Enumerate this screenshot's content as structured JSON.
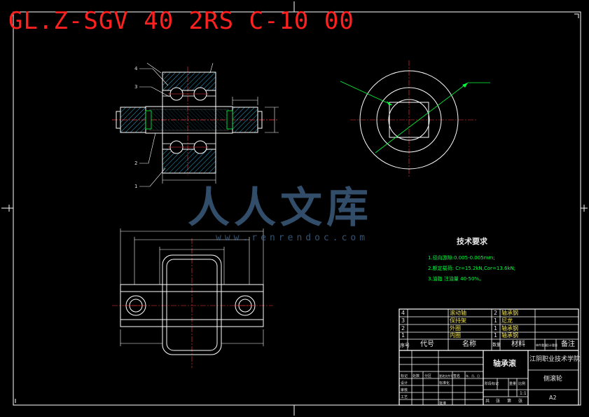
{
  "drawing": {
    "code": "GL.Z-SGV 40 2RS C-10 00",
    "colors": {
      "frame": "#ffffff",
      "title": "#ff2020",
      "section_line": "#00ff3a",
      "hatch": "#2aa8d0",
      "text_green": "#00ff3a",
      "text_yellow": "#f2e24a"
    }
  },
  "watermark": {
    "text": "人人文库",
    "url": "www.renrendoc.com"
  },
  "labels": {
    "p1": "1",
    "p2": "2",
    "p3": "3",
    "p4": "4"
  },
  "tech_requirements": {
    "title": "技术要求",
    "items": [
      "1.径向游隙:0.005-0.005mm;",
      "2.额定载荷: Cr=15.2kN,Cor=13.6kN;",
      "3.油脂 注油量 40-50%。"
    ]
  },
  "title_block": {
    "parts_header": {
      "no": "序号",
      "code": "代号",
      "name": "名称",
      "qty": "数量",
      "material": "材料",
      "unit_weight": "单件重量",
      "total_weight": "总计重量",
      "remark": "备注"
    },
    "parts_rows": [
      {
        "no": "4",
        "name": "滚动轴",
        "qty": "2",
        "material": "轴承钢"
      },
      {
        "no": "3",
        "name": "保持架",
        "qty": "1",
        "material": "尼龙"
      },
      {
        "no": "2",
        "name": "外圈",
        "qty": "1",
        "material": "轴承钢"
      },
      {
        "no": "1",
        "name": "内圈",
        "qty": "1",
        "material": "轴承钢"
      }
    ],
    "product_name": "轴承滚",
    "school": "江阴职业技术学院",
    "part_name": "侧滚轮",
    "sheet_size": "A2",
    "scale_value": "1:1",
    "sign_labels": [
      "标记",
      "处数",
      "分区",
      "更改文件号",
      "签名",
      "年、月、日"
    ],
    "person_labels": [
      "设计",
      "标准化",
      "审核",
      "工艺",
      "批准"
    ],
    "stage_labels": [
      "阶段标记",
      "重量",
      "比例"
    ],
    "sheet_labels": [
      "共",
      "张",
      "第",
      "张"
    ]
  }
}
